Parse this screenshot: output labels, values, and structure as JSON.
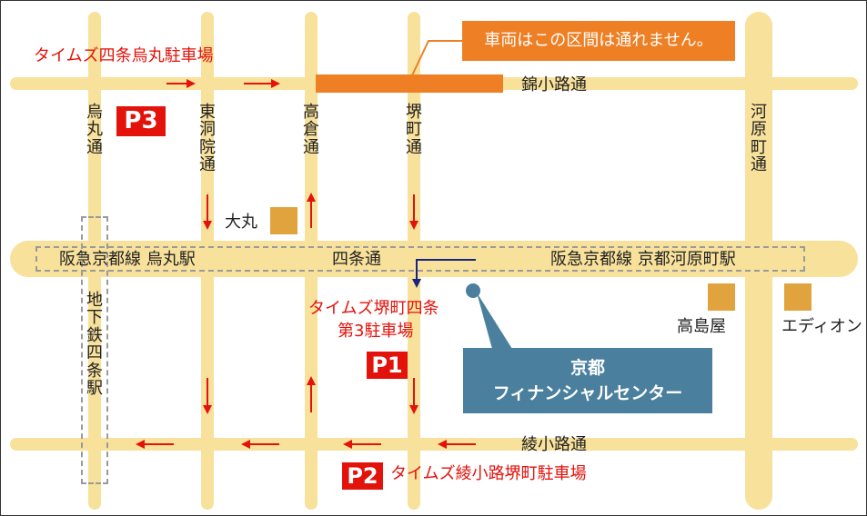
{
  "streets": {
    "nishiki": "錦小路通",
    "shijo": "四条通",
    "ayanokoji": "綾小路通",
    "karasuma": "烏\n丸\n通",
    "higashinotoin": "東\n洞\n院\n通",
    "takakura": "高\n倉\n通",
    "sakaimachi": "堺\n町\n通",
    "kawaramachi": "河\n原\n町\n通"
  },
  "stations": {
    "hankyu_karasuma": "阪急京都線 烏丸駅",
    "hankyu_kawaramachi": "阪急京都線 京都河原町駅",
    "subway_shijo": "地\n下\n鉄\n四\n条\n駅"
  },
  "landmarks": {
    "daimaru": "大丸",
    "takashimaya": "高島屋",
    "edion": "エディオン"
  },
  "parking": {
    "p1": {
      "badge": "P1",
      "name_line1": "タイムズ堺町四条",
      "name_line2": "第3駐車場"
    },
    "p2": {
      "badge": "P2",
      "name": "タイムズ綾小路堺町駐車場"
    },
    "p3": {
      "badge": "P3",
      "name": "タイムズ四条烏丸駐車場"
    }
  },
  "notice": "車両はこの区間は通れません。",
  "destination": {
    "line1": "京都",
    "line2": "フィナンシャルセンター"
  },
  "colors": {
    "road": "#f8e19b",
    "closed_section": "#ee7f24",
    "arrow": "#e3120b",
    "building": "#e0a33e",
    "destination_callout": "#4a7f9d",
    "pointer": "#1a237e"
  }
}
